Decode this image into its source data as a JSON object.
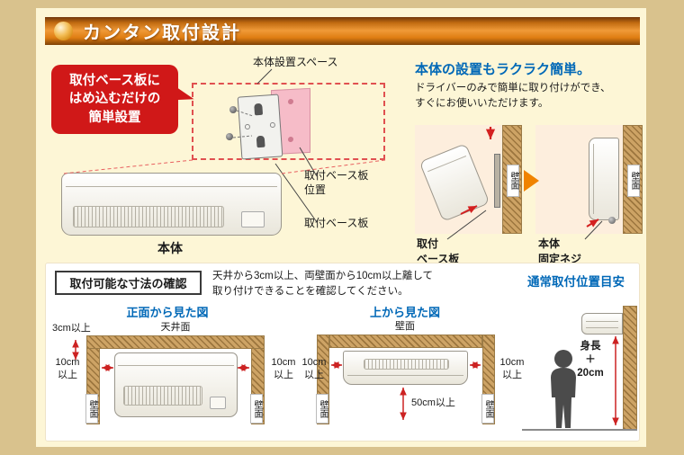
{
  "header": {
    "title": "カンタン取付設計"
  },
  "install_diagram": {
    "bubble": "取付ベース板に\nはめ込むだけの\n簡単設置",
    "space_label": "本体設置スペース",
    "plate_position_label": "取付ベース板\n位置",
    "plate_label": "取付ベース板",
    "unit_label": "本体"
  },
  "easy_setup": {
    "heading": "本体の設置もラクラク簡単。",
    "description": "ドライバーのみで簡単に取り付けができ、\nすぐにお使いいただけます。",
    "step1": {
      "wall_label": "壁面",
      "caption": "取付\nベース板"
    },
    "step2": {
      "wall_label": "壁面",
      "caption": "本体\n固定ネジ"
    }
  },
  "dimensions": {
    "check_title": "取付可能な寸法の確認",
    "check_note": "天井から3cm以上、両壁面から10cm以上離して\n取り付けできることを確認してください。",
    "guide_title": "通常取付位置目安",
    "front_view": {
      "title": "正面から見た図",
      "ceiling_label": "天井面",
      "top_clearance": "3cm以上",
      "left_clearance": "10cm\n以上",
      "right_clearance": "10cm\n以上",
      "wall_left": "壁面",
      "wall_right": "壁面"
    },
    "top_view": {
      "title": "上から見た図",
      "wall_top": "壁面",
      "left_clearance": "10cm\n以上",
      "right_clearance": "10cm\n以上",
      "front_clearance": "50cm以上",
      "wall_left": "壁面",
      "wall_right": "壁面"
    },
    "position_guide": {
      "height_label": "身長\n＋\n20cm"
    }
  },
  "colors": {
    "accent_red": "#cc2222",
    "heading_blue": "#0068b7",
    "header_orange": "#ef8a1c",
    "bubble_red": "#d01818",
    "wall_tan": "#cda365",
    "page_cream": "#fdf6d6",
    "frame_tan": "#d9c28d"
  }
}
